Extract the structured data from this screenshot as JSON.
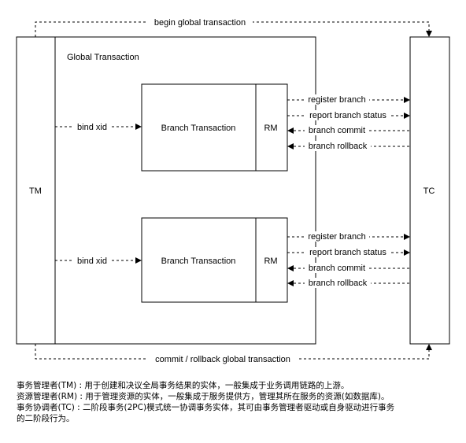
{
  "diagram": {
    "tm_label": "TM",
    "tc_label": "TC",
    "global_transaction_label": "Global Transaction",
    "begin_label": "begin global transaction",
    "end_label": "commit / rollback global transaction",
    "branches": [
      {
        "branch_label": "Branch Transaction",
        "rm_label": "RM",
        "bind_label": "bind xid",
        "register_label": "register branch",
        "report_label": "report branch status",
        "commit_label": "branch commit",
        "rollback_label": "branch rollback"
      },
      {
        "branch_label": "Branch Transaction",
        "rm_label": "RM",
        "bind_label": "bind xid",
        "register_label": "register branch",
        "report_label": "report branch status",
        "commit_label": "branch commit",
        "rollback_label": "branch rollback"
      }
    ]
  },
  "notes": [
    "事务管理者(TM) : 用于创建和决议全局事务结果的实体，一般集成于业务调用链路的上游。",
    "资源管理者(RM) : 用于管理资源的实体，一般集成于服务提供方，管理其所在服务的资源(如数据库)。",
    "事务协调者(TC) : 二阶段事务(2PC)模式统一协调事务实体，其可由事务管理者驱动或自身驱动进行事务",
    "的二阶段行为。"
  ]
}
